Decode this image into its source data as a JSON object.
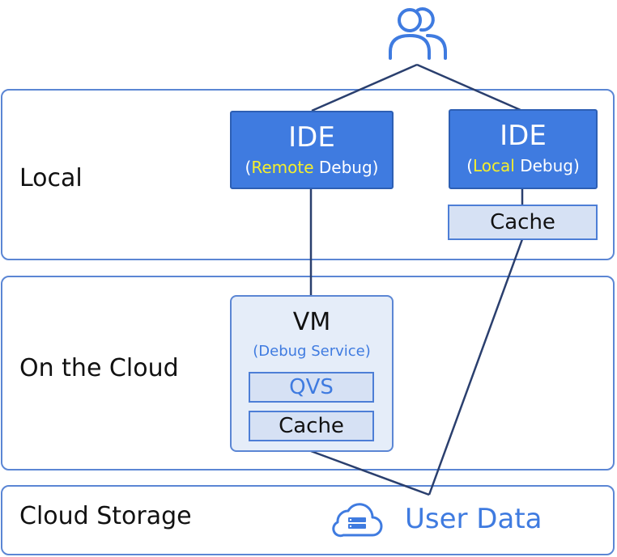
{
  "layers": {
    "local": "Local",
    "cloud": "On the Cloud",
    "storage": "Cloud Storage"
  },
  "ide_remote": {
    "title": "IDE",
    "open_paren": "(",
    "highlight": "Remote",
    "rest": " Debug)"
  },
  "ide_local": {
    "title": "IDE",
    "open_paren": "(",
    "highlight": "Local",
    "rest": " Debug)"
  },
  "local_cache": "Cache",
  "vm": {
    "title": "VM",
    "subtitle": "(Debug Service)",
    "qvs": "QVS",
    "cache": "Cache"
  },
  "storage": {
    "user_data": "User Data"
  },
  "icons": {
    "users": "users-icon",
    "cloud_storage": "cloud-storage-icon"
  },
  "colors": {
    "border": "#5b86d4",
    "ide_fill": "#3f7be0",
    "highlight": "#f5ee2c",
    "cache_fill": "#d6e1f4",
    "vm_fill": "#e5edf9",
    "line": "#2a3f6e"
  }
}
